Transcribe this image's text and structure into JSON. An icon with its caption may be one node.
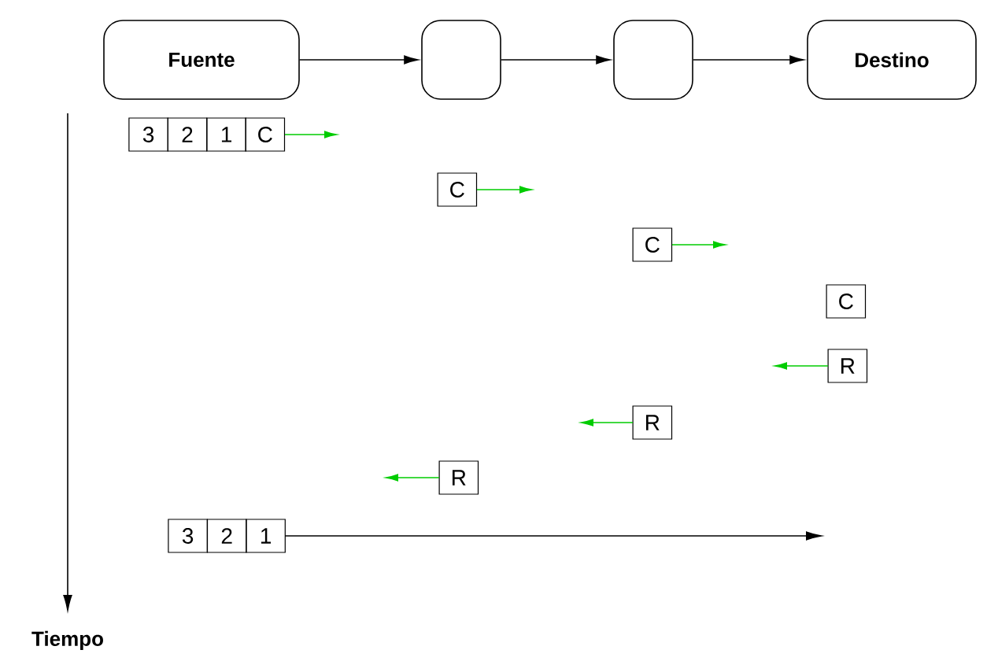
{
  "diagram": {
    "nodes": [
      {
        "text": [
          "Fuente"
        ]
      },
      {
        "text": [],
        "shape": "box"
      },
      {
        "text": [],
        "shape": "box"
      },
      {
        "text": [
          "Destino"
        ]
      }
    ],
    "edges": [
      {
        "from": 0,
        "to": 1,
        "arrow": "to"
      },
      {
        "from": 1,
        "to": 2,
        "arrow": "to"
      },
      {
        "from": 2,
        "to": 3,
        "arrow": "to"
      }
    ],
    "labels": [
      "3",
      "2",
      "1",
      "C",
      "C",
      "C",
      "C",
      "R",
      "R",
      "R",
      "3",
      "2",
      "1",
      "Tiempo"
    ]
  }
}
